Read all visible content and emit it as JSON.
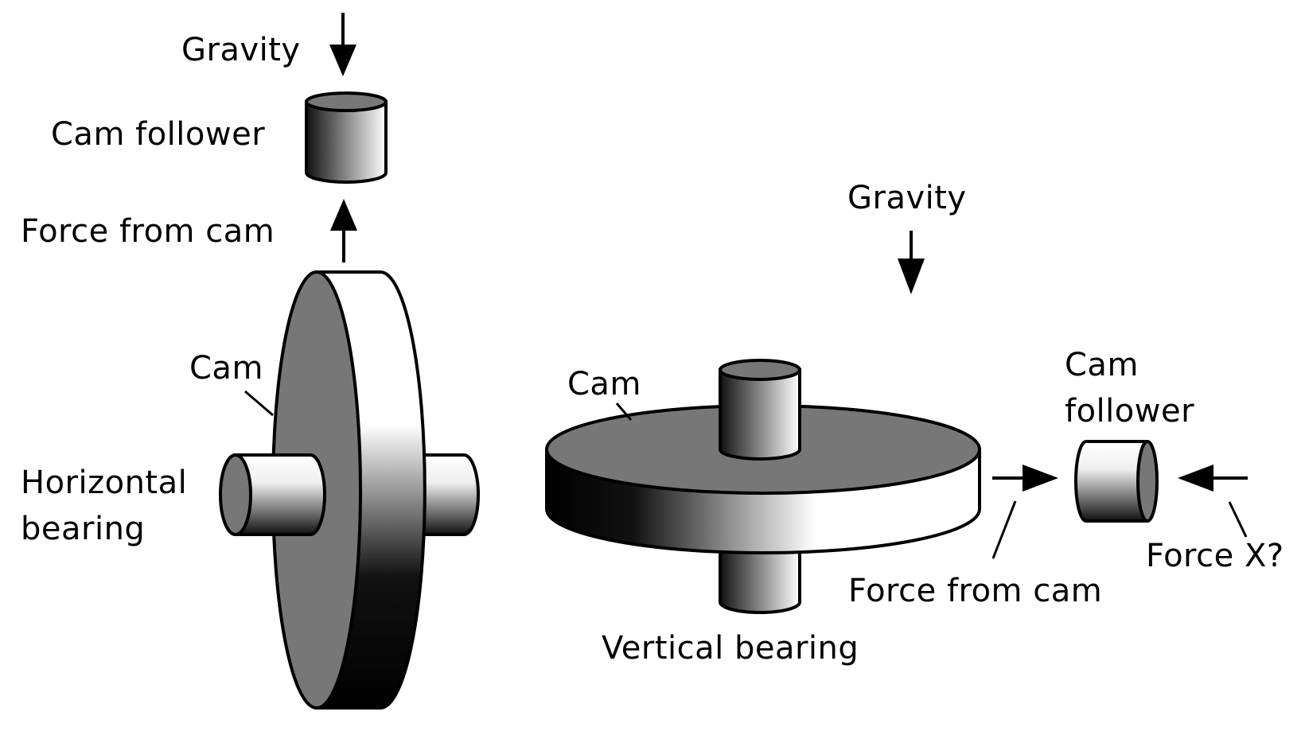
{
  "left_diagram": {
    "gravity_label": "Gravity",
    "follower_label": "Cam follower",
    "force_label": "Force from cam",
    "cam_label": "Cam",
    "bearing_label_line1": "Horizontal",
    "bearing_label_line2": "bearing"
  },
  "right_diagram": {
    "gravity_label": "Gravity",
    "cam_label": "Cam",
    "follower_label_line1": "Cam",
    "follower_label_line2": "follower",
    "force_x_label": "Force X?",
    "force_label": "Force from cam",
    "bearing_label": "Vertical bearing"
  },
  "colors": {
    "face_gray": "#777777",
    "outline": "#000000",
    "background": "#ffffff"
  }
}
